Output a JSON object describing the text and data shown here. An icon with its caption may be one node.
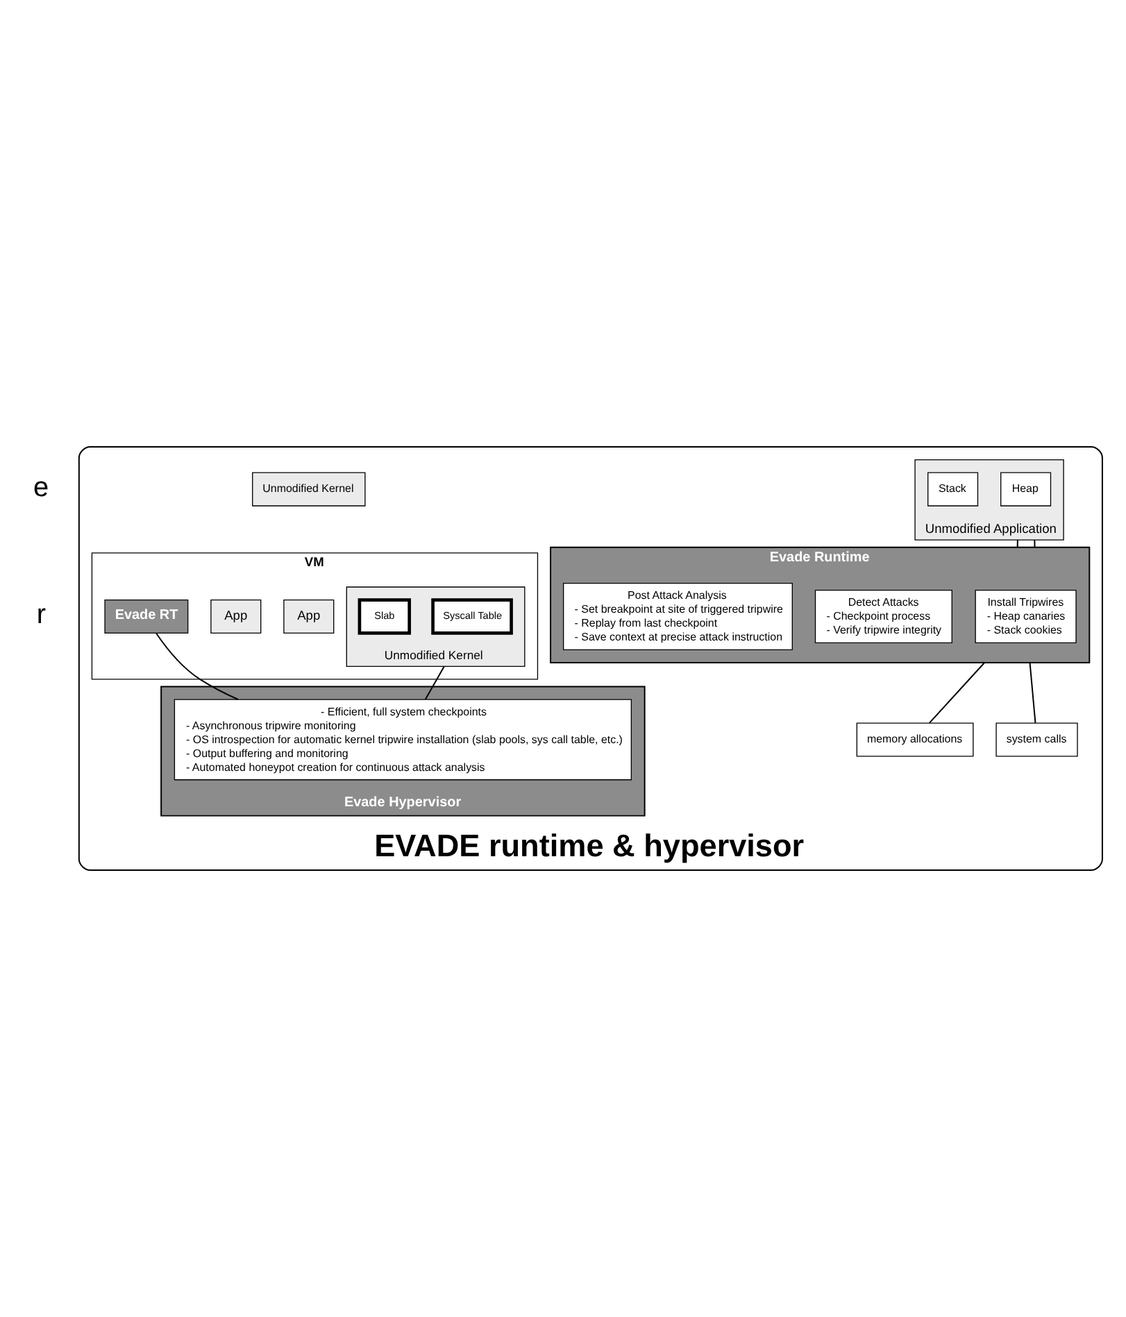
{
  "diagram": {
    "nodes": [
      {
        "text": [
          "EVADE runtime & hypervisor"
        ]
      },
      {
        "text": [
          "Unmodified Application"
        ],
        "in": 0
      },
      {
        "text": [
          "Heap"
        ],
        "in": 1
      },
      {
        "text": [
          "Stack"
        ],
        "in": 1
      },
      {
        "text": [
          "Evade Runtime"
        ],
        "in": 0
      },
      {
        "text": [
          "Install Tripwires",
          "- Heap canaries",
          "- Stack cookies"
        ],
        "in": 4
      },
      {
        "text": [
          "Detect Attacks",
          "- Checkpoint process",
          "- Verify tripwire integrity"
        ],
        "in": 4
      },
      {
        "text": [
          "Post Attack Analysis",
          "- Set breakpoint at site of triggered tripwire",
          "- Replay from last checkpoint",
          "- Save context at precise attack instruction"
        ],
        "in": 4
      },
      {
        "text": [
          "memory allocations"
        ],
        "in": 0
      },
      {
        "text": [
          "system calls"
        ],
        "in": 0
      },
      {
        "text": [
          "Unmodified Kernel"
        ],
        "in": 0
      },
      {
        "text": [
          "VM"
        ],
        "in": 0
      },
      {
        "text": [
          "App"
        ],
        "in": 11
      },
      {
        "text": [
          "App"
        ],
        "in": 11
      },
      {
        "text": [
          "Evade RT"
        ],
        "in": 11
      },
      {
        "text": [
          "Unmodified Kernel"
        ],
        "in": 11
      },
      {
        "text": [
          "Syscall Table"
        ],
        "in": 15
      },
      {
        "text": [
          "Slab"
        ],
        "in": 15
      },
      {
        "text": [
          "Evade Hypervisor"
        ],
        "in": 0
      },
      {
        "text": [
          "- Efficient, full system checkpoints",
          "- Asynchronous tripwire monitoring",
          "- OS introspection for automatic kernel tripwire installation (slab pools, sys call table, etc.)",
          "- Output buffering and monitoring",
          "- Automated honeypot creation for continuous attack analysis"
        ],
        "in": 18
      }
    ],
    "edges": [
      {
        "from": 1,
        "to": 4,
        "arrow": "none"
      },
      {
        "from": 1,
        "to": 4,
        "arrow": "none"
      },
      {
        "from": 4,
        "to": 8,
        "arrow": "none"
      },
      {
        "from": 4,
        "to": 9,
        "arrow": "none"
      },
      {
        "from": 15,
        "to": 19,
        "arrow": "none"
      },
      {
        "from": 14,
        "to": 19,
        "arrow": "none"
      }
    ],
    "labels": [
      "e",
      "r"
    ]
  }
}
